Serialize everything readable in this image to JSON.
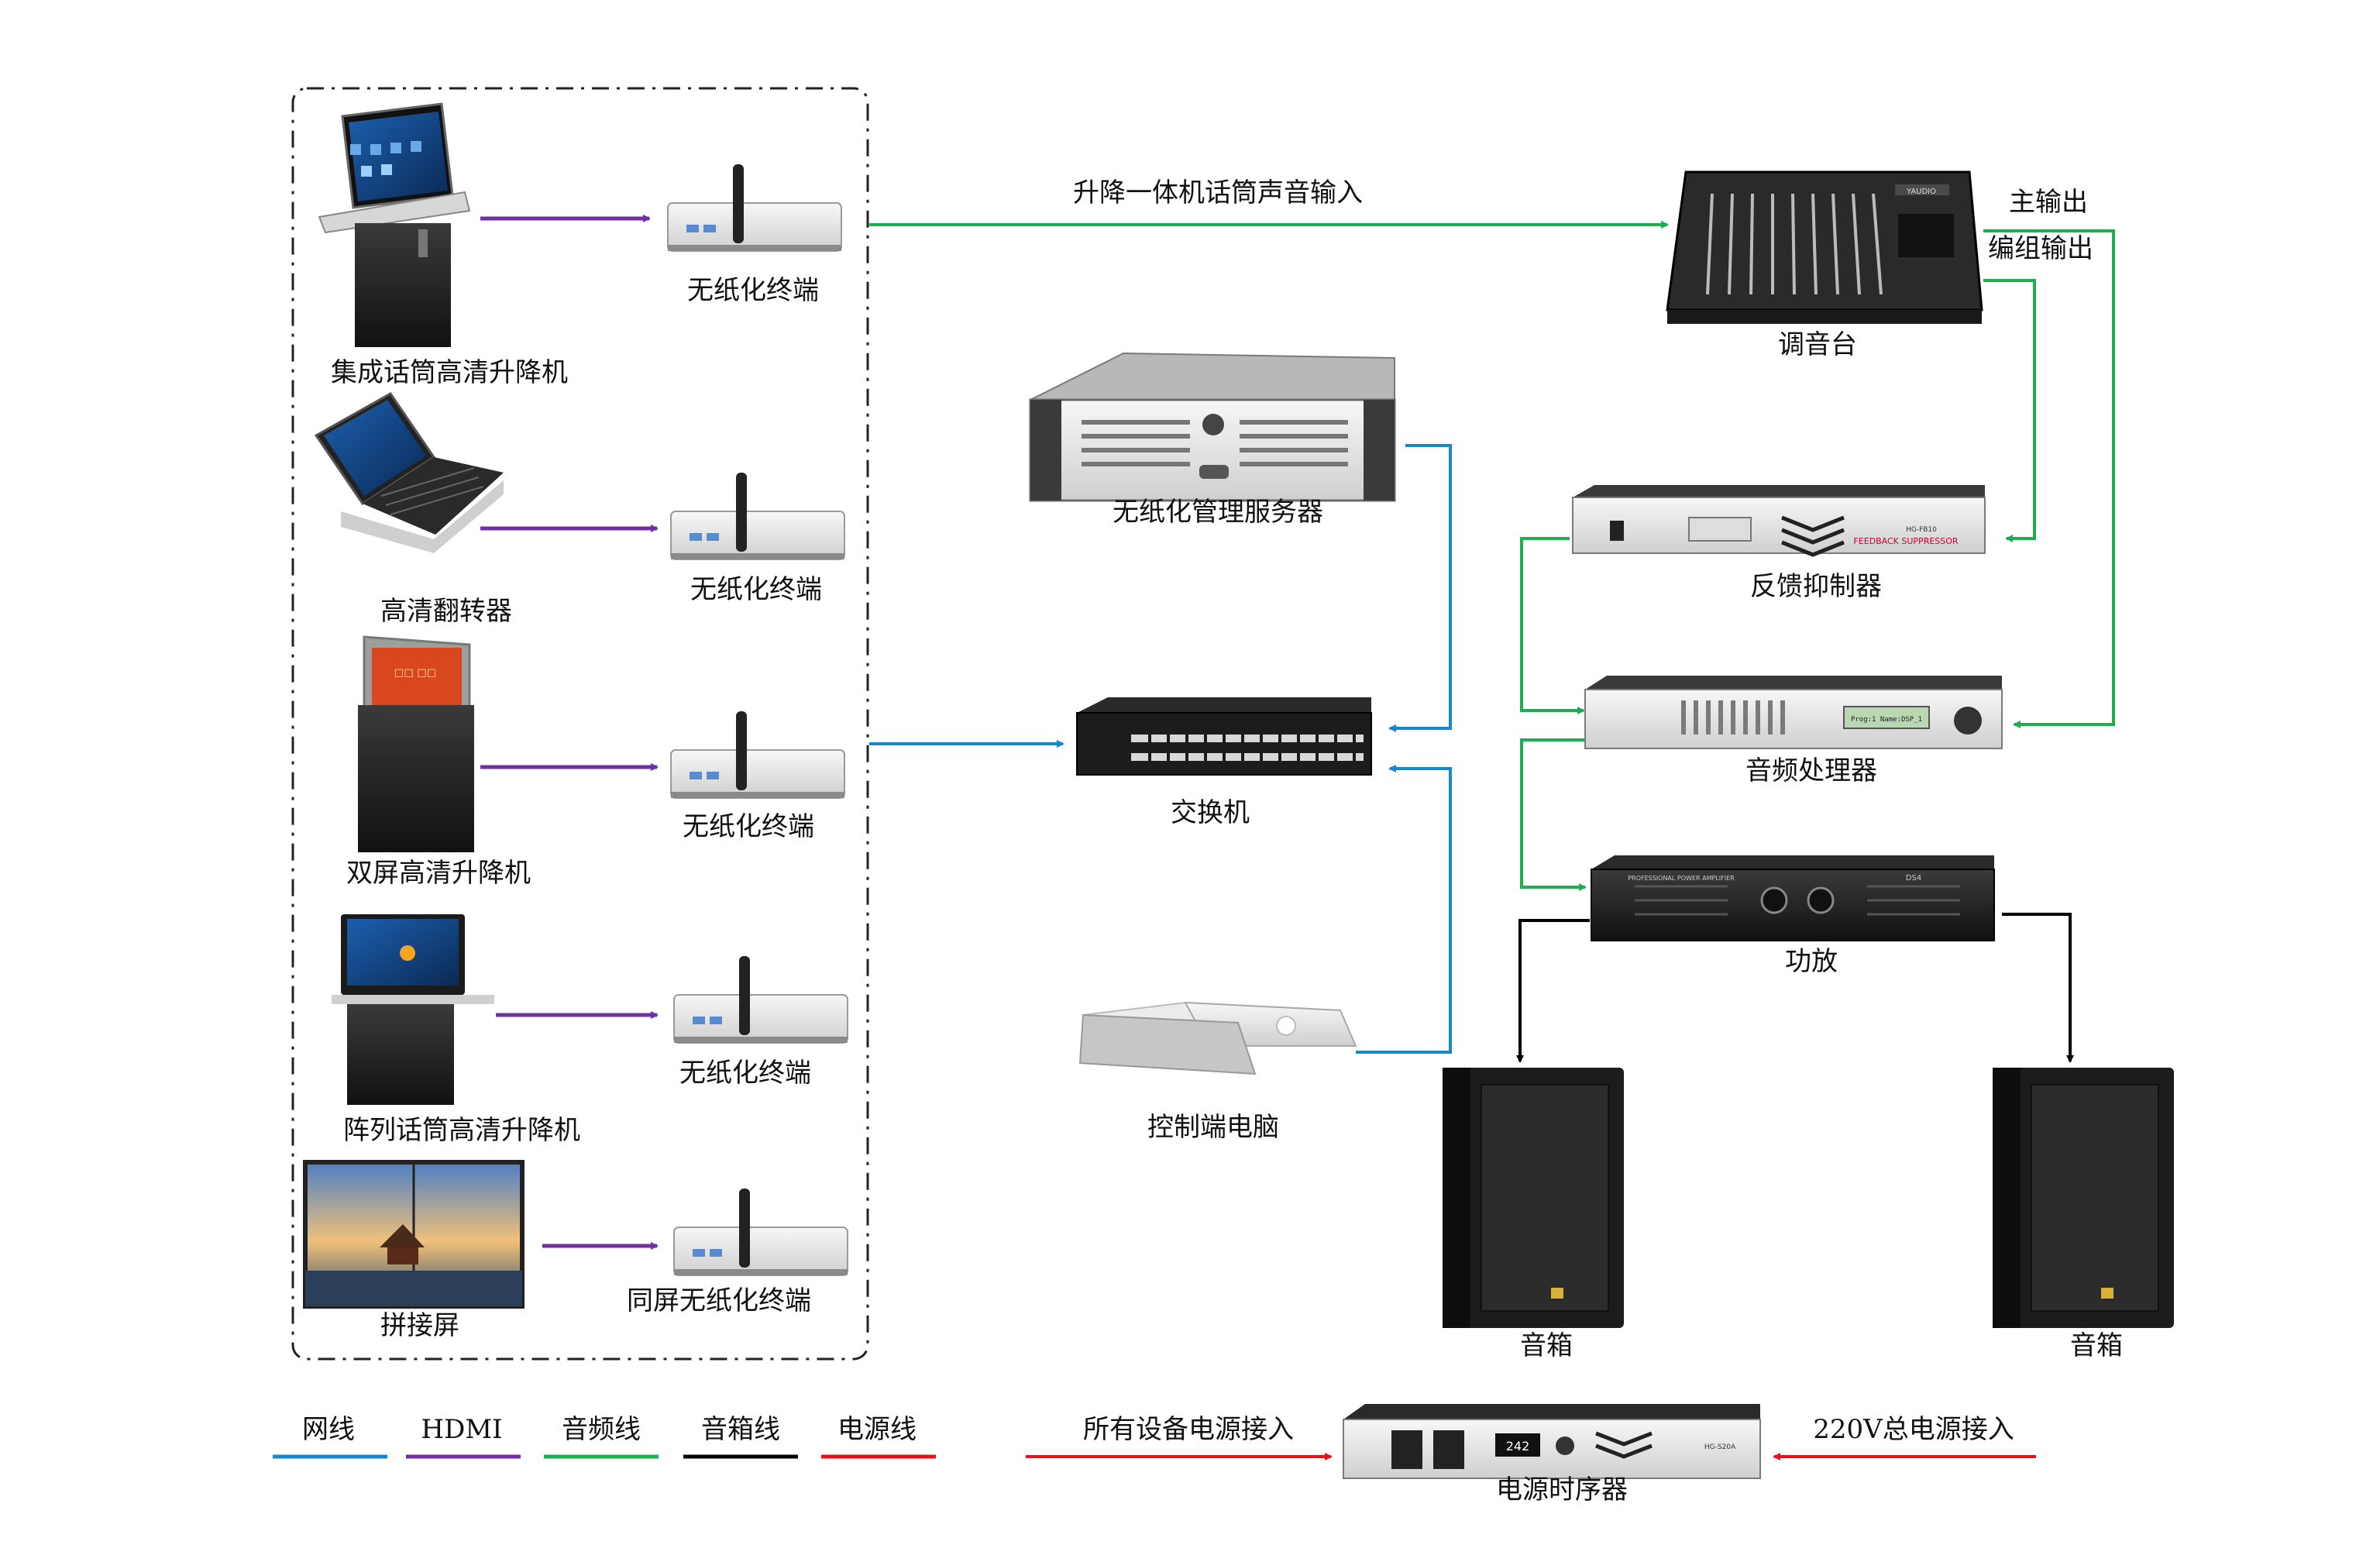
{
  "devices": {
    "lift_integrated": "集成话筒高清升降机",
    "flip": "高清翻转器",
    "dual_lift": "双屏高清升降机",
    "array_lift": "阵列话筒高清升降机",
    "splice_screen": "拼接屏",
    "terminal": "无纸化终端",
    "same_screen_terminal": "同屏无纸化终端",
    "server": "无纸化管理服务器",
    "switch": "交换机",
    "control_pc": "控制端电脑",
    "mixer": "调音台",
    "feedback": "反馈抑制器",
    "processor": "音频处理器",
    "amplifier": "功放",
    "speaker": "音箱",
    "sequencer": "电源时序器"
  },
  "connection_labels": {
    "mic_input": "升降一体机话筒声音输入",
    "main_out": "主输出",
    "group_out": "编组输出",
    "all_power_in": "所有设备电源接入",
    "main_power_in": "220V总电源接入"
  },
  "legend": [
    {
      "label": "网线",
      "color": "#1a87c8"
    },
    {
      "label": "HDMI",
      "color": "#7030a0"
    },
    {
      "label": "音频线",
      "color": "#1fae4f"
    },
    {
      "label": "音箱线",
      "color": "#000000"
    },
    {
      "label": "电源线",
      "color": "#e0141e"
    }
  ],
  "device_text": {
    "mixer_brand": "YAUDIO",
    "feedback_panel": "FEEDBACK SUPPRESSOR",
    "feedback_model": "HG-FB10",
    "processor_display": "Prog:1 Name:DSP_1",
    "amp_panel": "PROFESSIONAL POWER AMPLIFIER",
    "amp_model": "DS4",
    "sequencer_display": "242",
    "sequencer_model": "HG-S20A"
  }
}
